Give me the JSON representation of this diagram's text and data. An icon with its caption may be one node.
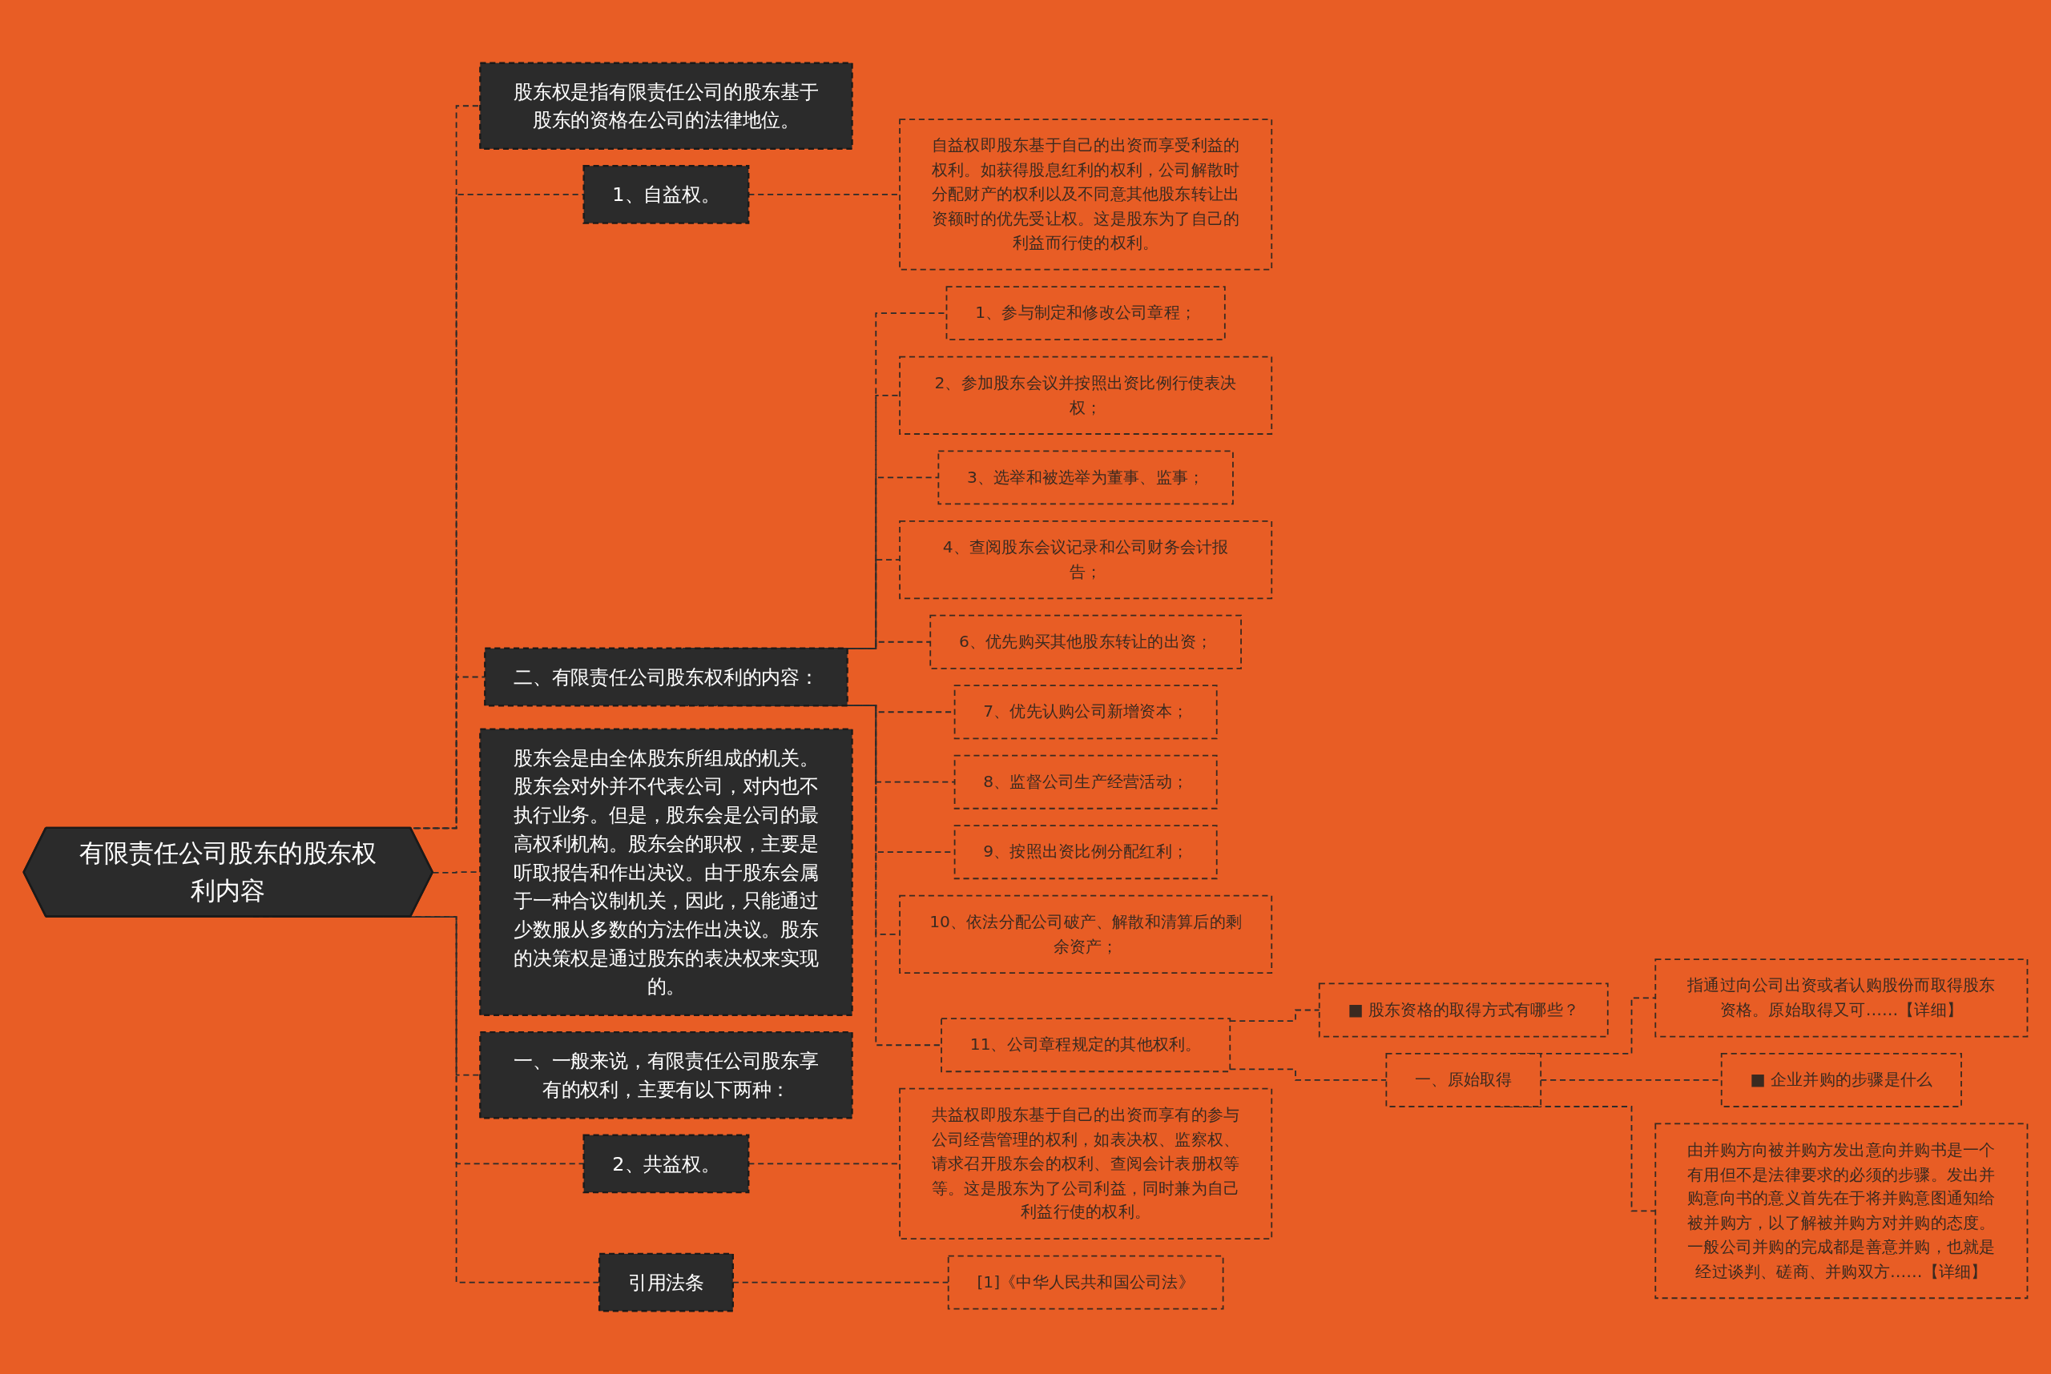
{
  "diagram": {
    "nodes": [
      {
        "text": [
          "有限责任公司股东的股东权利内容"
        ]
      },
      {
        "text": [
          "股东权是指有限责任公司的股东基于股东的资格在公司的法律地位。"
        ]
      },
      {
        "text": [
          "1、自益权。"
        ]
      },
      {
        "text": [
          "自益权即股东基于自己的出资而享受利益的权利。如获得股息红利的权利，公司解散时分配财产的权利以及不同意其他股东转让出资额时的优先受让权。这是股东为了自己的利益而行使的权利。"
        ]
      },
      {
        "text": [
          "二、有限责任公司股东权利的内容："
        ]
      },
      {
        "text": [
          "1、参与制定和修改公司章程；"
        ]
      },
      {
        "text": [
          "2、参加股东会议并按照出资比例行使表决权；"
        ]
      },
      {
        "text": [
          "3、选举和被选举为董事、监事；"
        ]
      },
      {
        "text": [
          "4、查阅股东会议记录和公司财务会计报告；"
        ]
      },
      {
        "text": [
          "6、优先购买其他股东转让的出资；"
        ]
      },
      {
        "text": [
          "7、优先认购公司新增资本；"
        ]
      },
      {
        "text": [
          "8、监督公司生产经营活动；"
        ]
      },
      {
        "text": [
          "9、按照出资比例分配红利；"
        ]
      },
      {
        "text": [
          "10、依法分配公司破产、解散和清算后的剩余资产；"
        ]
      },
      {
        "text": [
          "11、公司章程规定的其他权利。"
        ]
      },
      {
        "text": [
          "■ 股东资格的取得方式有哪些？"
        ]
      },
      {
        "text": [
          "一、原始取得"
        ]
      },
      {
        "text": [
          "指通过向公司出资或者认购股份而取得股东资格。原始取得又可……【详细】"
        ]
      },
      {
        "text": [
          "■ 企业并购的步骤是什么"
        ]
      },
      {
        "text": [
          "由并购方向被并购方发出意向并购书是一个有用但不是法律要求的必须的步骤。发出并购意向书的意义首先在于将并购意图通知给被并购方，以了解被并购方对并购的态度。一般公司并购的完成都是善意并购，也就是经过谈判、磋商、并购双方……【详细】"
        ]
      },
      {
        "text": [
          "股东会是由全体股东所组成的机关。股东会对外并不代表公司，对内也不执行业务。但是，股东会是公司的最高权利机构。股东会的职权，主要是听取报告和作出决议。由于股东会属于一种合议制机关，因此，只能通过少数服从多数的方法作出决议。股东的决策权是通过股东的表决权来实现的。"
        ]
      },
      {
        "text": [
          "一、一般来说，有限责任公司股东享有的权利，主要有以下两种："
        ]
      },
      {
        "text": [
          "2、共益权。"
        ]
      },
      {
        "text": [
          "共益权即股东基于自己的出资而享有的参与公司经营管理的权利，如表决权、监察权、请求召开股东会的权利、查阅会计表册权等等。这是股东为了公司利益，同时兼为自己利益行使的权利。"
        ]
      },
      {
        "text": [
          "引用法条"
        ]
      },
      {
        "text": [
          "[1]《中华人民共和国公司法》"
        ]
      }
    ],
    "edges": [
      {
        "from": 0,
        "to": 1,
        "arrow": "none"
      },
      {
        "from": 0,
        "to": 2,
        "arrow": "none"
      },
      {
        "from": 2,
        "to": 3,
        "arrow": "none"
      },
      {
        "from": 0,
        "to": 4,
        "arrow": "none"
      },
      {
        "from": 4,
        "to": 5,
        "arrow": "none"
      },
      {
        "from": 4,
        "to": 6,
        "arrow": "none"
      },
      {
        "from": 4,
        "to": 7,
        "arrow": "none"
      },
      {
        "from": 4,
        "to": 8,
        "arrow": "none"
      },
      {
        "from": 4,
        "to": 9,
        "arrow": "none"
      },
      {
        "from": 4,
        "to": 10,
        "arrow": "none"
      },
      {
        "from": 4,
        "to": 11,
        "arrow": "none"
      },
      {
        "from": 4,
        "to": 12,
        "arrow": "none"
      },
      {
        "from": 4,
        "to": 13,
        "arrow": "none"
      },
      {
        "from": 4,
        "to": 14,
        "arrow": "none"
      },
      {
        "from": 14,
        "to": 15,
        "arrow": "none"
      },
      {
        "from": 14,
        "to": 16,
        "arrow": "none"
      },
      {
        "from": 16,
        "to": 17,
        "arrow": "none"
      },
      {
        "from": 16,
        "to": 18,
        "arrow": "none"
      },
      {
        "from": 16,
        "to": 19,
        "arrow": "none"
      },
      {
        "from": 0,
        "to": 20,
        "arrow": "none"
      },
      {
        "from": 0,
        "to": 21,
        "arrow": "none"
      },
      {
        "from": 0,
        "to": 22,
        "arrow": "none"
      },
      {
        "from": 22,
        "to": 23,
        "arrow": "none"
      },
      {
        "from": 0,
        "to": 24,
        "arrow": "none"
      },
      {
        "from": 24,
        "to": 25,
        "arrow": "none"
      }
    ]
  }
}
